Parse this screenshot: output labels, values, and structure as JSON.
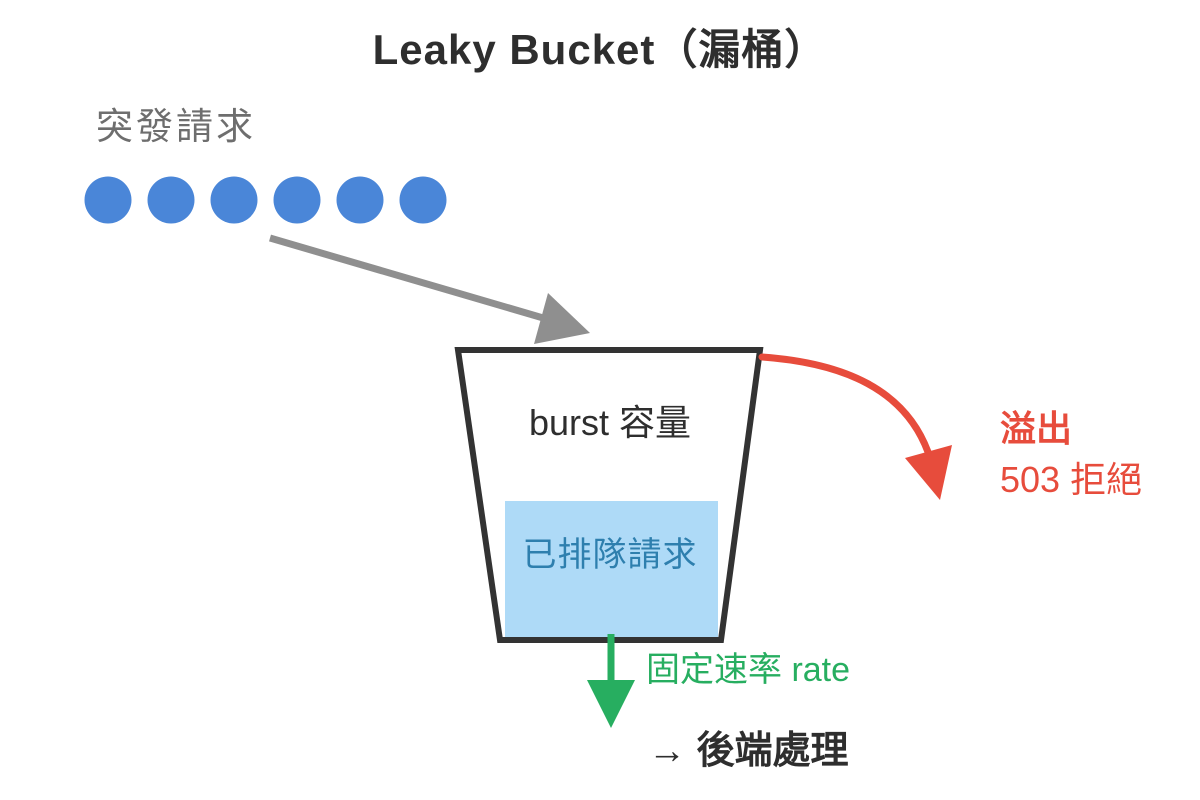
{
  "title": "Leaky Bucket（漏桶）",
  "burst": {
    "label": "突發請求",
    "dot_count": 6
  },
  "bucket": {
    "capacity_label": "burst 容量",
    "queued_label": "已排隊請求"
  },
  "overflow": {
    "label": "溢出",
    "sublabel": "503 拒絕"
  },
  "outflow": {
    "rate_label": "固定速率 rate",
    "backend_label": "→ 後端處理"
  },
  "icons": {
    "inflow_arrow": "arrow-down-right",
    "overflow_arrow": "curved-arrow-down-right",
    "outflow_arrow": "arrow-down"
  },
  "colors": {
    "text_dark": "#2e2e2e",
    "text_gray": "#6e6e6e",
    "arrow_gray": "#8f8f8f",
    "dot_blue": "#4a86d8",
    "bucket_stroke": "#333333",
    "water_fill": "#aedaf7",
    "water_text": "#2e7fae",
    "overflow_red": "#e74c3c",
    "rate_green": "#27ae60"
  }
}
